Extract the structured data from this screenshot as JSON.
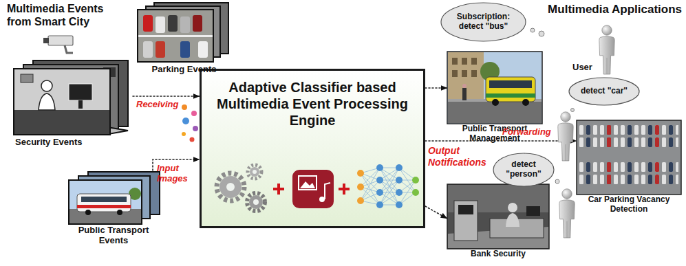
{
  "diagram": {
    "nodes": [
      {
        "text": [
          "Parking Events"
        ]
      },
      {
        "text": [
          "Security Events"
        ]
      },
      {
        "text": [
          "Public Transport Events"
        ]
      },
      {
        "text": [
          "Adaptive Classifier based Multimedia Event Processing Engine"
        ]
      },
      {
        "text": [
          "Subscription: detect \"bus\""
        ]
      },
      {
        "text": [
          "Public Transport Management"
        ]
      },
      {
        "text": [
          "detect \"car\""
        ]
      },
      {
        "text": [
          "detect \"person\""
        ]
      },
      {
        "text": [
          "Car Parking Vacancy Detection"
        ]
      },
      {
        "text": [
          "Bank Security"
        ]
      }
    ],
    "edges": [
      {
        "from": 1,
        "to": 3,
        "label": "Receiving",
        "arrow": "to"
      },
      {
        "from": 2,
        "to": 3,
        "label": "Input Images",
        "arrow": "to"
      },
      {
        "from": 3,
        "to": 5,
        "arrow": "to"
      },
      {
        "from": 3,
        "to": 8,
        "label": "Forwarding",
        "arrow": "to"
      },
      {
        "from": 3,
        "to": 9,
        "arrow": "to"
      }
    ],
    "labels": [
      "Multimedia Events from Smart City",
      "Multimedia Applications",
      "User",
      "Output Notifications"
    ]
  }
}
